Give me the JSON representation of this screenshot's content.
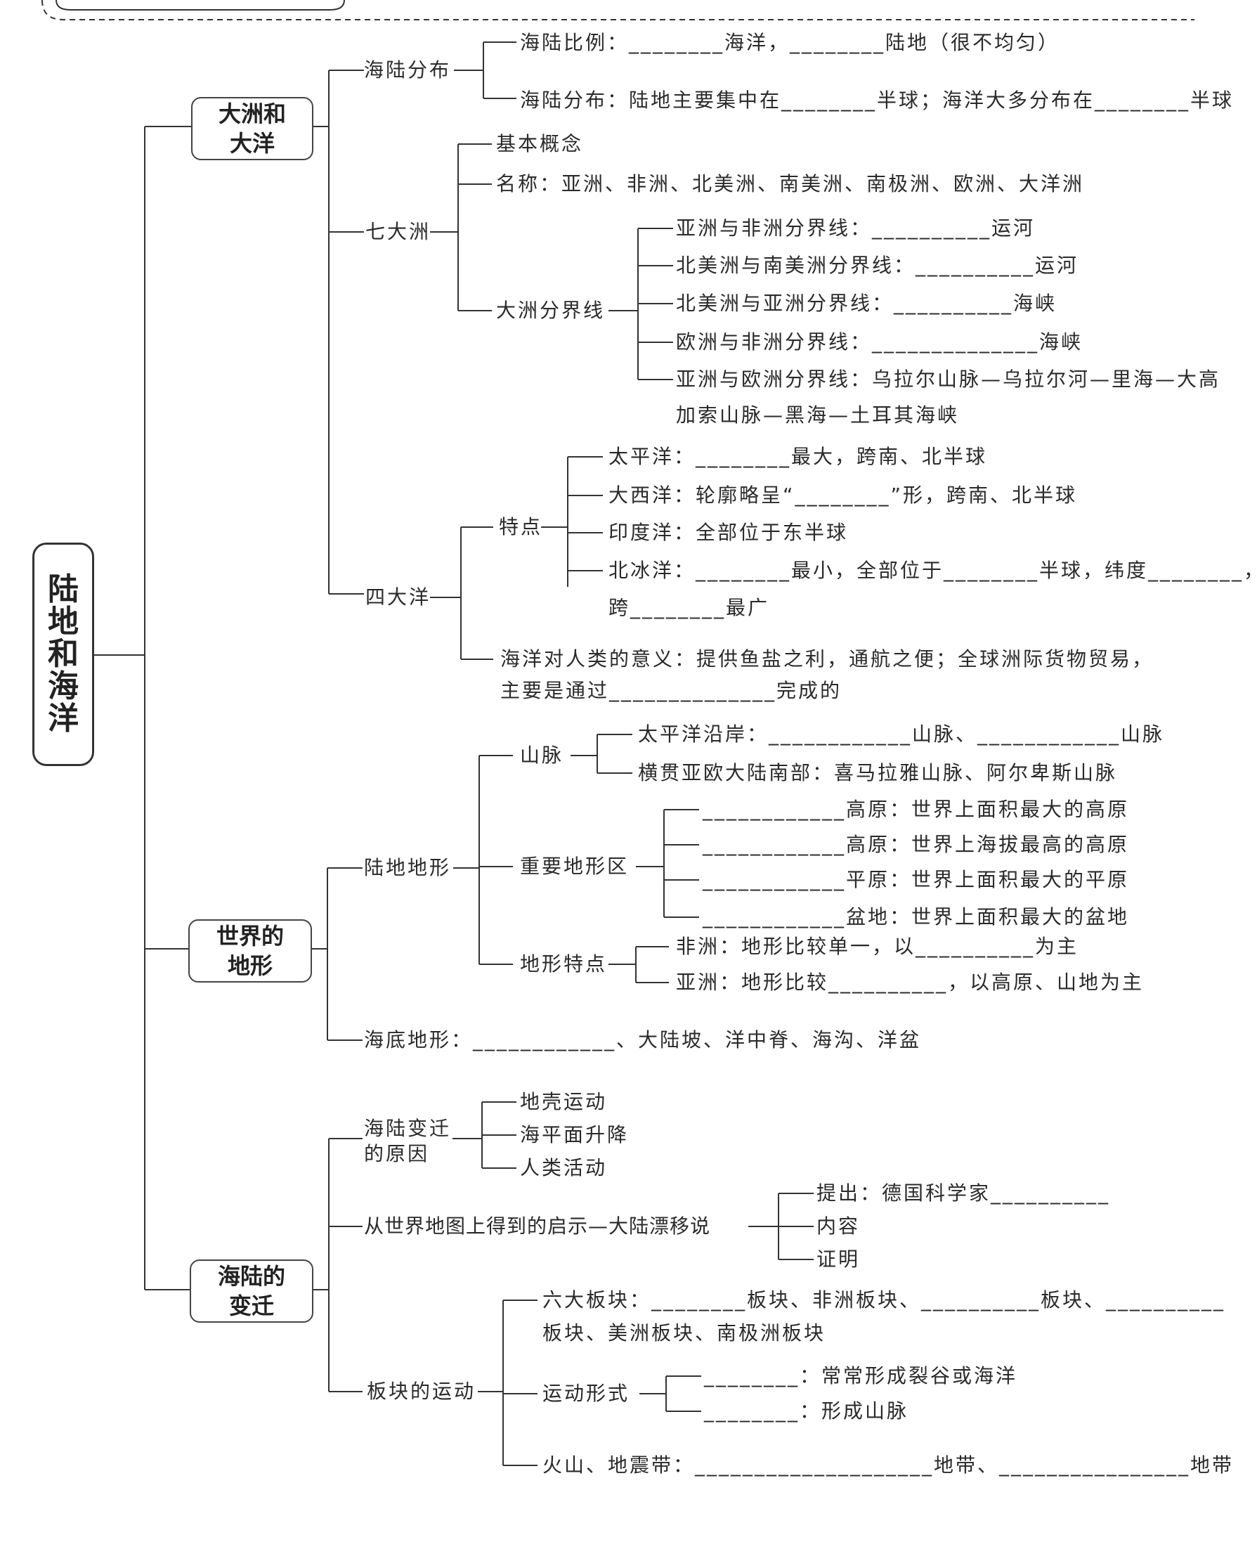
{
  "root": "陆地和海洋",
  "b1": "大洲和\n大洋",
  "b2": "世界的\n地形",
  "b3": "海陆的\n变迁",
  "s1": "海陆分布",
  "s1a": "海陆比例：________海洋，________陆地（很不均匀）",
  "s1b": "海陆分布：陆地主要集中在________半球；海洋大多分布在________半球",
  "s2": "七大洲",
  "s2a": "基本概念",
  "s2b": "名称：亚洲、非洲、北美洲、南美洲、南极洲、欧洲、大洋洲",
  "s2c": "大洲分界线",
  "s2c1": "亚洲与非洲分界线：__________运河",
  "s2c2": "北美洲与南美洲分界线：__________运河",
  "s2c3": "北美洲与亚洲分界线：__________海峡",
  "s2c4": "欧洲与非洲分界线：______________海峡",
  "s2c5": "亚洲与欧洲分界线：乌拉尔山脉—乌拉尔河—里海—大高",
  "s2c5b": "加索山脉—黑海—土耳其海峡",
  "s3": "四大洋",
  "s3a": "特点",
  "s3a1": "太平洋：________最大，跨南、北半球",
  "s3a2": "大西洋：轮廓略呈“________”形，跨南、北半球",
  "s3a3": "印度洋：全部位于东半球",
  "s3a4": "北冰洋：________最小，全部位于________半球，纬度________，",
  "s3a4b": "跨________最广",
  "s3b": "海洋对人类的意义：提供鱼盐之利，通航之便；全球洲际货物贸易，",
  "s3b2": "主要是通过______________完成的",
  "t1": "陆地地形",
  "t1a": "山脉",
  "t1a1": "太平洋沿岸：____________山脉、____________山脉",
  "t1a2": "横贯亚欧大陆南部：喜马拉雅山脉、阿尔卑斯山脉",
  "t1b": "重要地形区",
  "t1b1": "____________高原：世界上面积最大的高原",
  "t1b2": "____________高原：世界上海拔最高的高原",
  "t1b3": "____________平原：世界上面积最大的平原",
  "t1b4": "____________盆地：世界上面积最大的盆地",
  "t1c": "地形特点",
  "t1c1": "非洲：地形比较单一，以__________为主",
  "t1c2": "亚洲：地形比较__________，以高原、山地为主",
  "t2": "海底地形：____________、大陆坡、洋中脊、海沟、洋盆",
  "u1": "海陆变迁\n的原因",
  "u1a": "地壳运动",
  "u1b": "海平面升降",
  "u1c": "人类活动",
  "u2": "从世界地图上得到的启示—大陆漂移说",
  "u2a": "提出：德国科学家__________",
  "u2b": "内容",
  "u2c": "证明",
  "u3": "板块的运动",
  "u3a": "六大板块：________板块、非洲板块、__________板块、__________",
  "u3a2": "板块、美洲板块、南极洲板块",
  "u3b": "运动形式",
  "u3b1": "________：常常形成裂谷或海洋",
  "u3b2": "________：形成山脉",
  "u3c": "火山、地震带：____________________地带、________________地带"
}
